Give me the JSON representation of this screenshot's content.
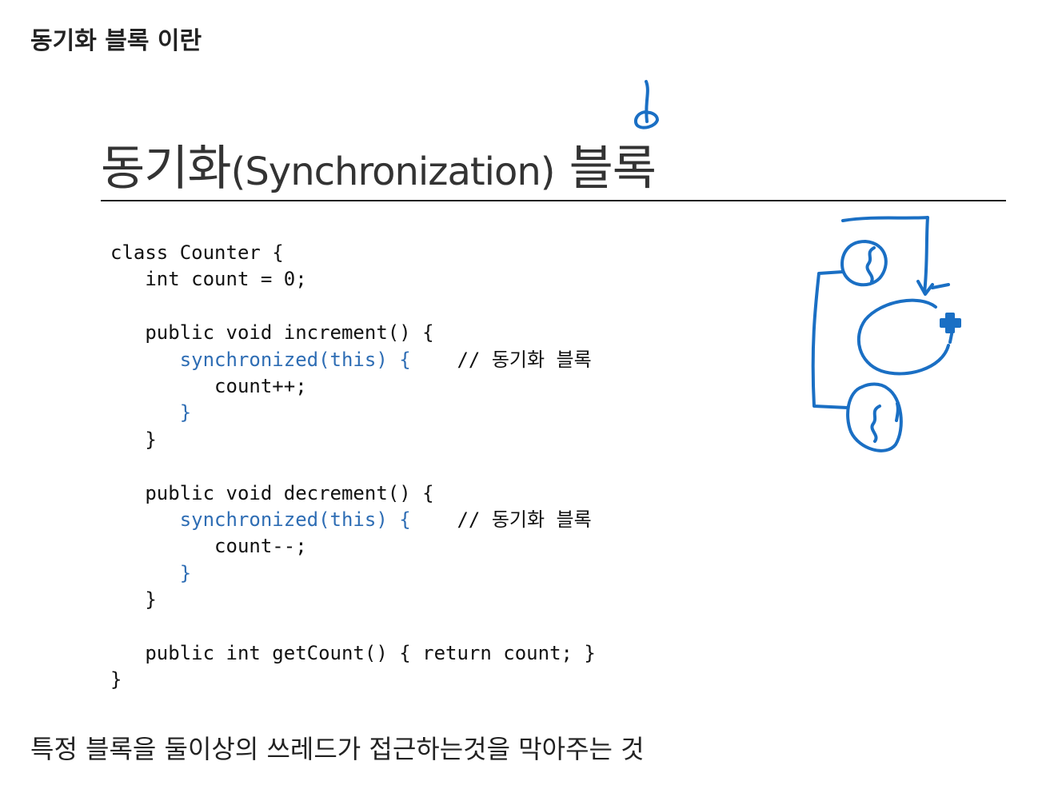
{
  "heading": "동기화 블록 이란",
  "slide": {
    "title_prefix": "동기화",
    "title_latin": "(Synchronization)",
    "title_suffix": "블록"
  },
  "code": {
    "lines": [
      {
        "text": "class Counter {"
      },
      {
        "text": "   int count = 0;"
      },
      {
        "text": ""
      },
      {
        "text": "   public void increment() {"
      },
      {
        "sync": "      synchronized(this) {",
        "comment": "    // 동기화 블록"
      },
      {
        "text": "         count++;"
      },
      {
        "sync": "      }"
      },
      {
        "text": "   }"
      },
      {
        "text": ""
      },
      {
        "text": "   public void decrement() {"
      },
      {
        "sync": "      synchronized(this) {",
        "comment": "    // 동기화 블록"
      },
      {
        "text": "         count--;"
      },
      {
        "sync": "      }"
      },
      {
        "text": "   }"
      },
      {
        "text": ""
      },
      {
        "text": "   public int getCount() { return count; }"
      },
      {
        "text": "}"
      }
    ]
  },
  "annotation": {
    "ink_color": "#1a6fc4",
    "icons": [
      "down-arrow-icon",
      "thread-loop-diagram",
      "plus-icon"
    ]
  },
  "footer": "특정 블록을 둘이상의 쓰레드가 접근하는것을 막아주는 것"
}
